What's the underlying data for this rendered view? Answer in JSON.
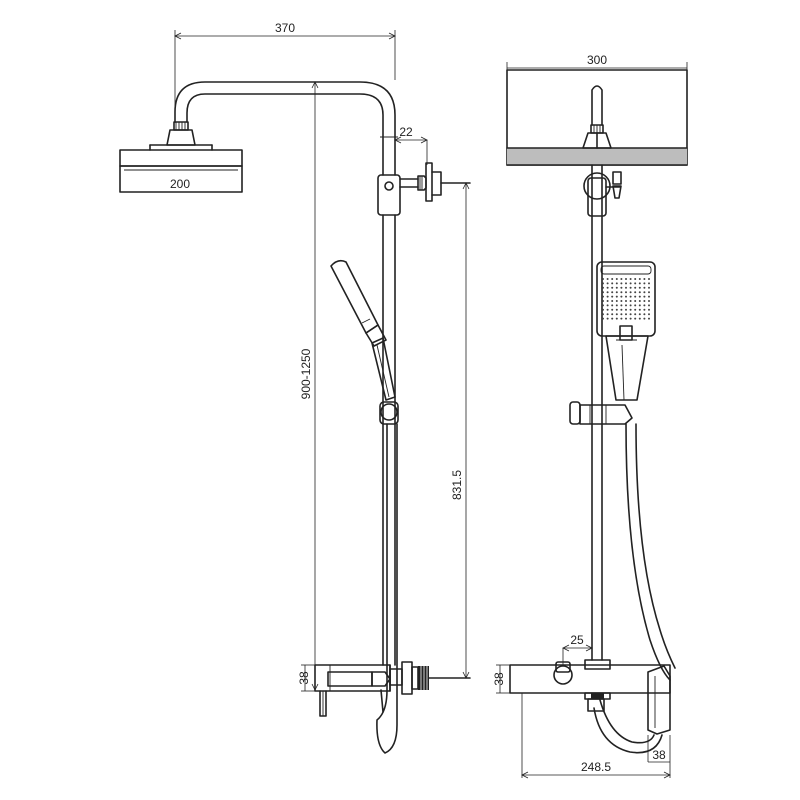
{
  "dimensions": {
    "rain_pipe_reach": "370",
    "head_width_side": "200",
    "wall_offset": "22",
    "riser_height_range": "900-1250",
    "bracket_to_mixer": "831.5",
    "mixer_height_side": "38",
    "head_width_front": "300",
    "outlet_spacing": "25",
    "mixer_height_front": "38",
    "mixer_depth": "38",
    "mixer_width": "248.5"
  },
  "colors": {
    "line": "#222222",
    "fill": "#bdbdbd",
    "background": "#ffffff"
  }
}
